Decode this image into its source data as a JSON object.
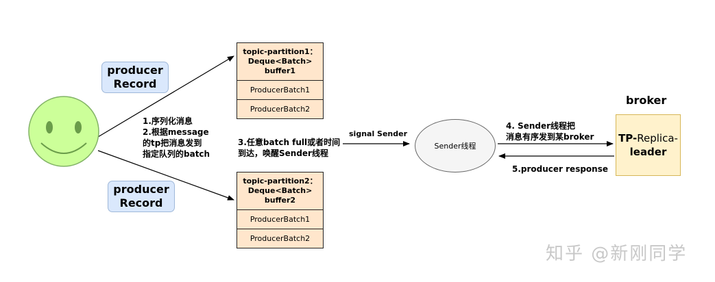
{
  "records": [
    {
      "line1": "producer",
      "line2": "Record"
    },
    {
      "line1": "producer",
      "line2": "Record"
    }
  ],
  "buffers": [
    {
      "line1": "topic-partition1：",
      "line2": "Deque<Batch>",
      "line3": "buffer1",
      "batches": [
        "ProducerBatch1",
        "ProducerBatch2"
      ]
    },
    {
      "line1": "topic-partition2：",
      "line2": "Deque<Batch>",
      "line3": "buffer2",
      "batches": [
        "ProducerBatch1",
        "ProducerBatch2"
      ]
    }
  ],
  "step12": [
    "1.序列化消息",
    "2.根据message",
    "的tp把消息发到",
    "指定队列的batch"
  ],
  "step3": [
    "3.任意batch full或者时间",
    "到达，唤醒Sender线程"
  ],
  "signal": "signal Sender",
  "sender": "Sender线程",
  "step4": [
    "4. Sender线程把",
    "消息有序发到某broker"
  ],
  "step5": "5.producer response",
  "broker": {
    "title": "broker",
    "tp": "TP-",
    "replica": "Replica-",
    "leader": "leader"
  },
  "watermark": "知乎 @新刚同学",
  "colors": {
    "smiley": "#ccff99",
    "record": "#dae8fc",
    "buffer": "#ffe6cc",
    "broker": "#fff2cc",
    "sender": "#f5f5f5"
  }
}
